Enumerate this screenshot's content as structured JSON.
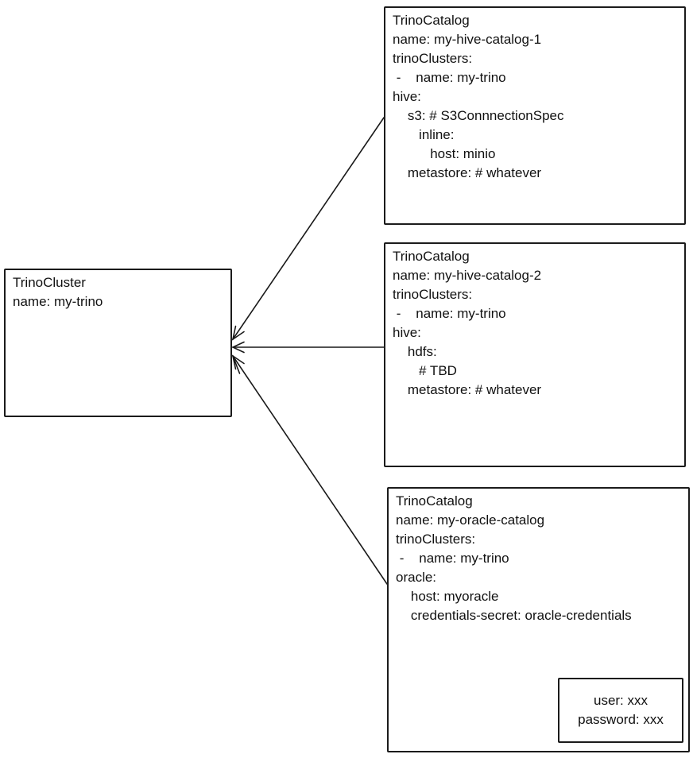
{
  "diagram": {
    "cluster": {
      "lines": [
        "TrinoCluster",
        "name: my-trino"
      ]
    },
    "catalogs": [
      {
        "id": "my-hive-catalog-1",
        "lines": [
          "TrinoCatalog",
          "name: my-hive-catalog-1",
          "trinoClusters:",
          " -    name: my-trino",
          "hive:",
          "    s3: # S3ConnnectionSpec",
          "       inline:",
          "          host: minio",
          "    metastore: # whatever"
        ]
      },
      {
        "id": "my-hive-catalog-2",
        "lines": [
          "TrinoCatalog",
          "name: my-hive-catalog-2",
          "trinoClusters:",
          " -    name: my-trino",
          "hive:",
          "    hdfs:",
          "       # TBD",
          "    metastore: # whatever"
        ]
      },
      {
        "id": "my-oracle-catalog",
        "lines": [
          "TrinoCatalog",
          "name: my-oracle-catalog",
          "trinoClusters:",
          " -    name: my-trino",
          "oracle:",
          "    host: myoracle",
          "    credentials-secret: oracle-credentials"
        ]
      }
    ],
    "secret": {
      "lines": [
        "user: xxx",
        "password: xxx"
      ]
    },
    "colors": {
      "ink": "#1a1a1a",
      "background": "#ffffff",
      "text": "#111111"
    }
  }
}
